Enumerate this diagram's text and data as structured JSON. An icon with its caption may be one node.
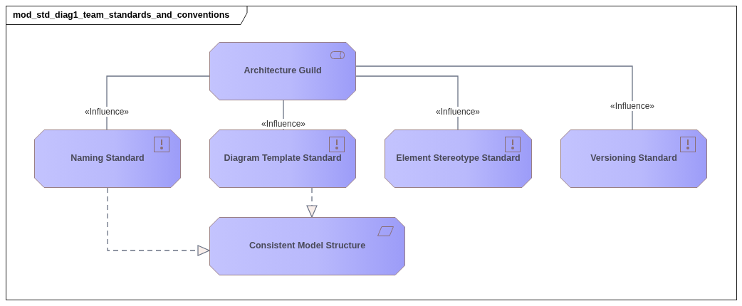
{
  "diagram": {
    "title": "mod_std_diag1_team_standards_and_conventions",
    "nodes": [
      {
        "text": [
          "Architecture Guild"
        ]
      },
      {
        "text": [
          "Naming Standard"
        ]
      },
      {
        "text": [
          "Diagram Template Standard"
        ]
      },
      {
        "text": [
          "Element Stereotype Standard"
        ]
      },
      {
        "text": [
          "Versioning Standard"
        ]
      },
      {
        "text": [
          "Consistent Model Structure"
        ]
      }
    ],
    "edges": [
      {
        "from": 0,
        "to": 1,
        "arrow": "none",
        "label": "«Influence»"
      },
      {
        "from": 0,
        "to": 2,
        "arrow": "none",
        "label": "«Influence»"
      },
      {
        "from": 0,
        "to": 3,
        "arrow": "none",
        "label": "«Influence»"
      },
      {
        "from": 0,
        "to": 4,
        "arrow": "none",
        "label": "«Influence»"
      },
      {
        "from": 1,
        "to": 5,
        "arrow": "to",
        "style": "dashed"
      },
      {
        "from": 2,
        "to": 5,
        "arrow": "to",
        "style": "dashed"
      }
    ]
  }
}
